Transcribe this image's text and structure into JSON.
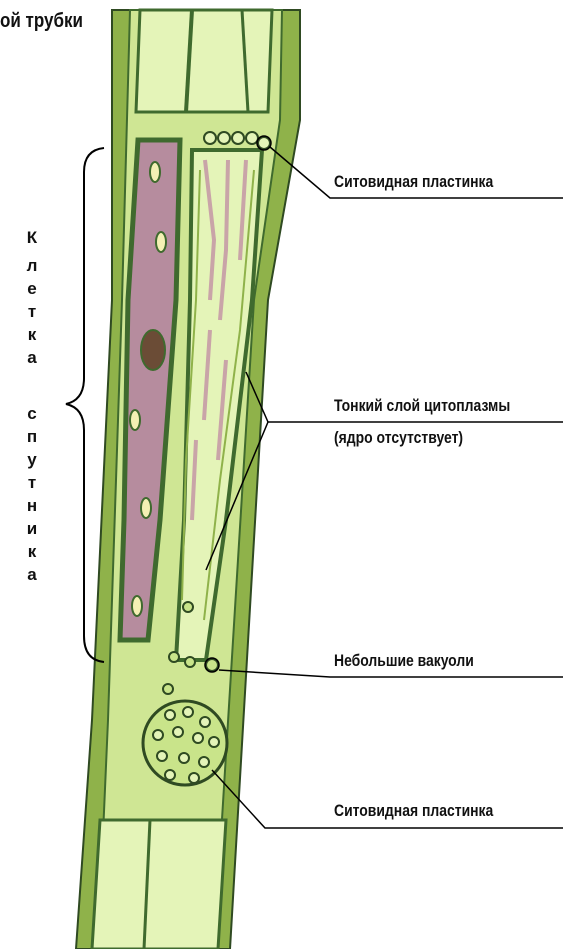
{
  "title": "ой трубки",
  "vertical_label": [
    "К",
    "л",
    "е",
    "т",
    "к",
    "а",
    "",
    "с",
    "п",
    "у",
    "т",
    "н",
    "и",
    "к",
    "а"
  ],
  "labels": {
    "sieve_plate_top": "Ситовидная пластинка",
    "cytoplasm_line1": "Тонкий слой цитоплазмы",
    "cytoplasm_line2": "(ядро отсутствует)",
    "vacuoles": "Небольшие вакуоли",
    "sieve_plate_bottom": "Ситовидная пластинка"
  },
  "colors": {
    "dark_green": "#3f6a2e",
    "wall_green": "#8fb24a",
    "light_green": "#e4f4b8",
    "pale_green": "#c9e48a",
    "companion_pink": "#b68c9e",
    "nucleus_brown": "#6b4c36",
    "plastid_cream": "#f4f0b4"
  }
}
